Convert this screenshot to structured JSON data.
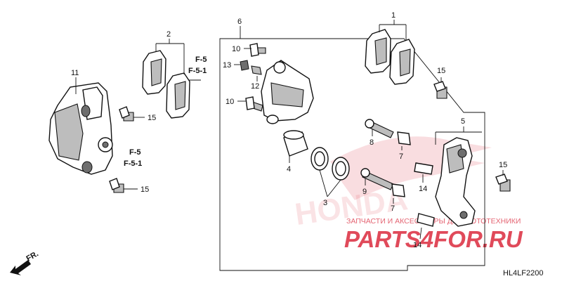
{
  "diagram": {
    "code": "HL4LF2200",
    "direction_label": "FR.",
    "refs": [
      {
        "id": "ref-a-1",
        "line1": "F-5",
        "line2": "F-5-1"
      },
      {
        "id": "ref-b-1",
        "line1": "F-5",
        "line2": "F-5-1"
      }
    ],
    "callouts": {
      "c1": "1",
      "c2": "2",
      "c3": "3",
      "c4": "4",
      "c5": "5",
      "c6": "6",
      "c7a": "7",
      "c7b": "7",
      "c8": "8",
      "c9": "9",
      "c10a": "10",
      "c10b": "10",
      "c11": "11",
      "c12": "12",
      "c13": "13",
      "c14a": "14",
      "c14b": "14",
      "c15a": "15",
      "c15b": "15",
      "c15c": "15",
      "c15d": "15"
    }
  },
  "watermark": {
    "brand": "HONDA",
    "tagline": "ЗАПЧАСТИ И АКСЕССУАРЫ ДЛЯ МОТОТЕХНИКИ",
    "site": "PARTS4FOR.RU",
    "color": "#e04a5a"
  }
}
